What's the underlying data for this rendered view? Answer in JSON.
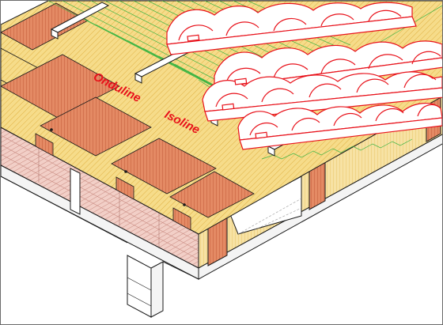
{
  "labels": {
    "primary_brand": "Onduline",
    "secondary_brand": "Isoline"
  },
  "colors": {
    "tile_stroke": "#e8121b",
    "underlay_green": "#3fb545",
    "insulation_fill": "#f6dc8a",
    "insulation_hatch": "#e0b143",
    "rafter_fill": "#e48a64",
    "rafter_hatch": "#c25a38",
    "wall_fill": "#f2cfc7",
    "wall_hatch": "#c88a80",
    "batten_fill": "#ffffff",
    "outline": "#1a1a1a"
  },
  "components": [
    {
      "name": "roof-tiles",
      "material": "tile",
      "color": "tile_stroke"
    },
    {
      "name": "underlay-sheet",
      "material": "corrugated-underlay",
      "color": "underlay_green"
    },
    {
      "name": "battens",
      "material": "timber",
      "color": "batten_fill"
    },
    {
      "name": "insulation-panels",
      "material": "insulation",
      "color": "insulation_fill"
    },
    {
      "name": "rafters",
      "material": "timber",
      "color": "rafter_fill"
    },
    {
      "name": "wall-masonry",
      "material": "masonry",
      "color": "wall_fill"
    },
    {
      "name": "support-post",
      "material": "concrete",
      "color": "outline"
    }
  ]
}
